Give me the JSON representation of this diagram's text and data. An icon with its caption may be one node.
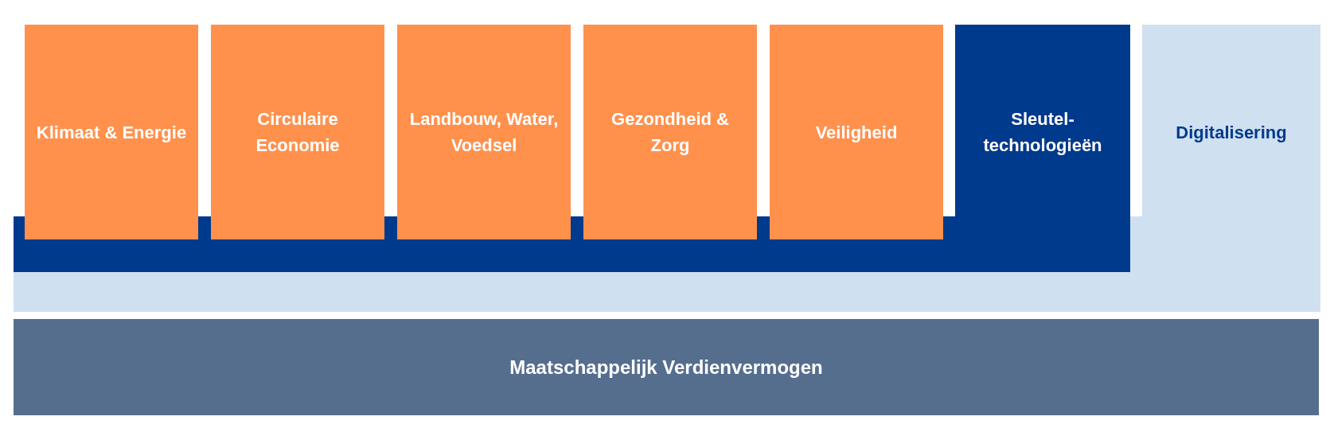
{
  "diagram": {
    "nodes": [
      {
        "text": [
          "Klimaat & Energie"
        ]
      },
      {
        "text": [
          "Circulaire Economie"
        ]
      },
      {
        "text": [
          "Landbouw, Water, Voedsel"
        ]
      },
      {
        "text": [
          "Gezondheid & Zorg"
        ]
      },
      {
        "text": [
          "Veiligheid"
        ]
      },
      {
        "text": [
          "Sleutel- technologieën"
        ]
      },
      {
        "text": [
          "Digitalisering"
        ]
      },
      {
        "text": [
          "Maatschappelijk Verdienvermogen"
        ]
      }
    ]
  }
}
